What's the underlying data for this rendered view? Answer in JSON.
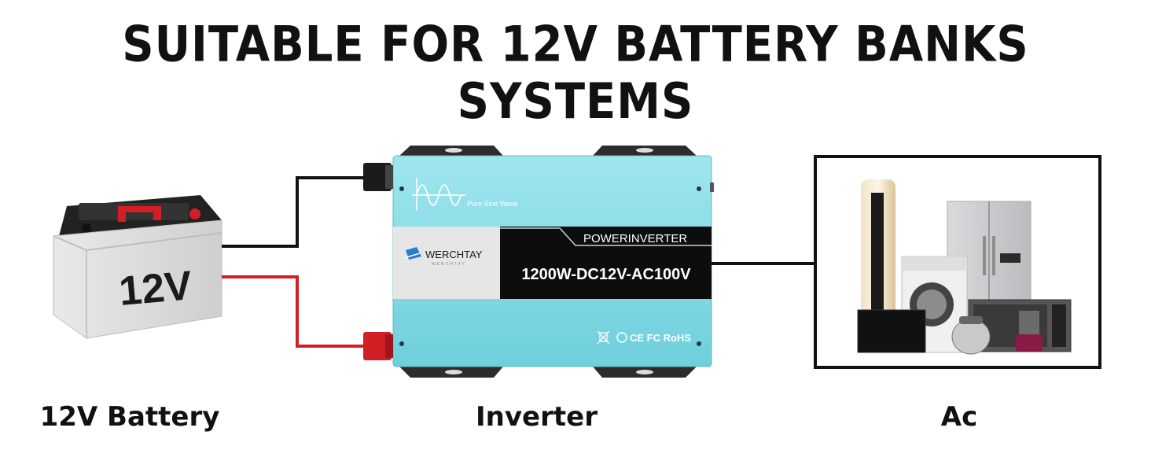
{
  "header": {
    "title": "SUITABLE FOR 12V BATTERY BANKS SYSTEMS"
  },
  "battery": {
    "label": "12V",
    "caption": "12V Battery"
  },
  "inverter": {
    "caption": "Inverter",
    "wave_label": "Pure Sine Wave",
    "brand": "WERCHTAY",
    "brand_sub": "WERCHTAY",
    "product": "POWERINVERTER",
    "spec": "1200W-DC12V-AC100V",
    "certs": "CE FC RoHS"
  },
  "ac": {
    "caption": "Ac"
  },
  "colors": {
    "inverter_body": "#8fe0ea",
    "positive_wire": "#d21f26",
    "negative_wire": "#111111",
    "spec_panel": "#0d0d0d"
  }
}
